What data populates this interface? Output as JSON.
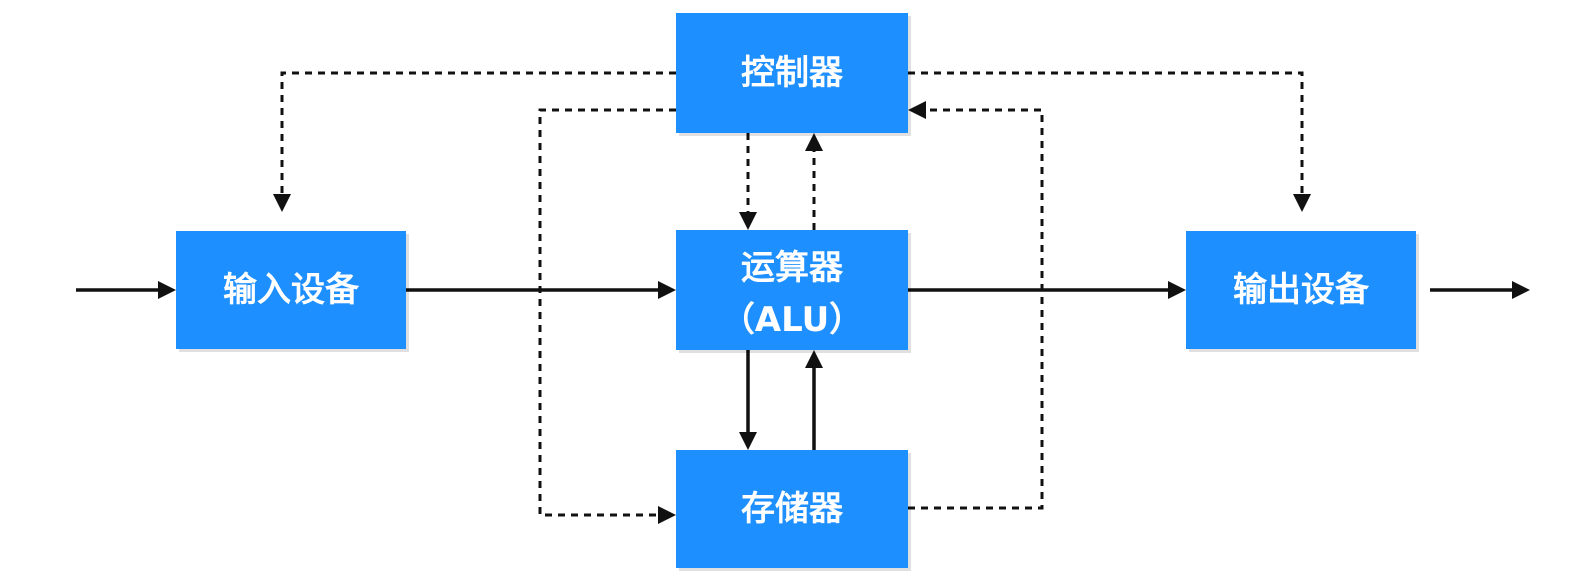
{
  "diagram": {
    "nodes": {
      "controller": "控制器",
      "input": "输入设备",
      "alu_line1": "运算器",
      "alu_line2": "（ALU）",
      "output": "输出设备",
      "memory": "存储器"
    },
    "colors": {
      "box_fill": "#1e8fff",
      "box_text": "#ffffff",
      "line": "#111111"
    },
    "edges": [
      {
        "from": "external",
        "to": "input",
        "style": "solid"
      },
      {
        "from": "input",
        "to": "alu",
        "style": "solid"
      },
      {
        "from": "alu",
        "to": "output",
        "style": "solid"
      },
      {
        "from": "output",
        "to": "external",
        "style": "solid"
      },
      {
        "from": "alu",
        "to": "memory",
        "style": "solid"
      },
      {
        "from": "memory",
        "to": "alu",
        "style": "solid"
      },
      {
        "from": "controller",
        "to": "input",
        "style": "dashed"
      },
      {
        "from": "controller",
        "to": "output",
        "style": "dashed"
      },
      {
        "from": "controller",
        "to": "alu",
        "style": "dashed"
      },
      {
        "from": "alu",
        "to": "controller",
        "style": "dashed"
      },
      {
        "from": "controller",
        "to": "memory",
        "style": "dashed"
      },
      {
        "from": "memory",
        "to": "controller",
        "style": "dashed"
      }
    ]
  }
}
